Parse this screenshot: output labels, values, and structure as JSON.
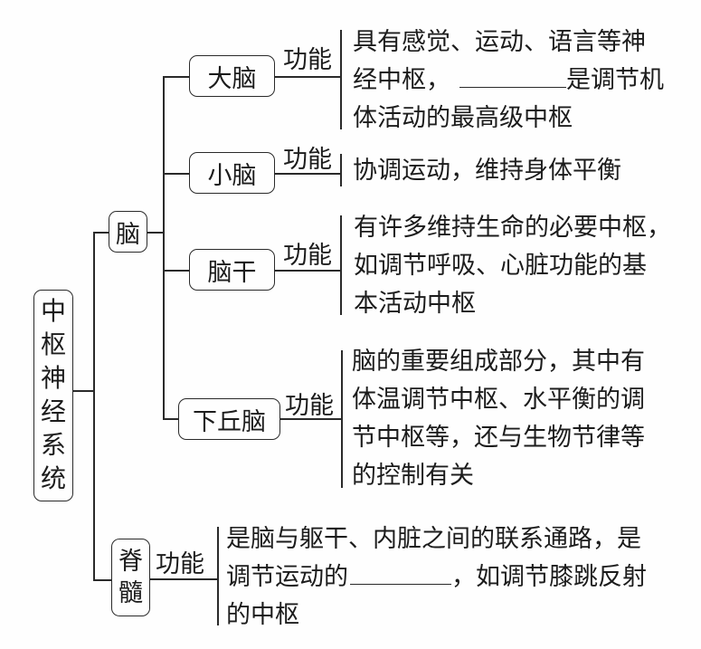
{
  "root": {
    "label_chars": [
      "中",
      "枢",
      "神",
      "经",
      "系",
      "统"
    ]
  },
  "brain": {
    "label": "脑",
    "parts": [
      {
        "name": "大脑",
        "function_label": "功能",
        "description_lines": [
          "具有感觉、运动、语言等神",
          "经中枢，",
          "是调节机",
          "体活动的最高级中枢"
        ]
      },
      {
        "name": "小脑",
        "function_label": "功能",
        "description_lines": [
          "协调运动，维持身体平衡"
        ]
      },
      {
        "name": "脑干",
        "function_label": "功能",
        "description_lines": [
          "有许多维持生命的必要中枢，",
          "如调节呼吸、心脏功能的基",
          "本活动中枢"
        ]
      },
      {
        "name": "下丘脑",
        "function_label": "功能",
        "description_lines": [
          "脑的重要组成部分，其中有",
          "体温调节中枢、水平衡的调",
          "节中枢等，还与生物节律等",
          "的控制有关"
        ]
      }
    ]
  },
  "spinal_cord": {
    "label_chars": [
      "脊",
      "髓"
    ],
    "function_label": "功能",
    "description_lines": [
      "是脑与躯干、内脏之间的联系通路，是",
      "调节运动的",
      "，如调节膝跳反射",
      "的中枢"
    ]
  }
}
